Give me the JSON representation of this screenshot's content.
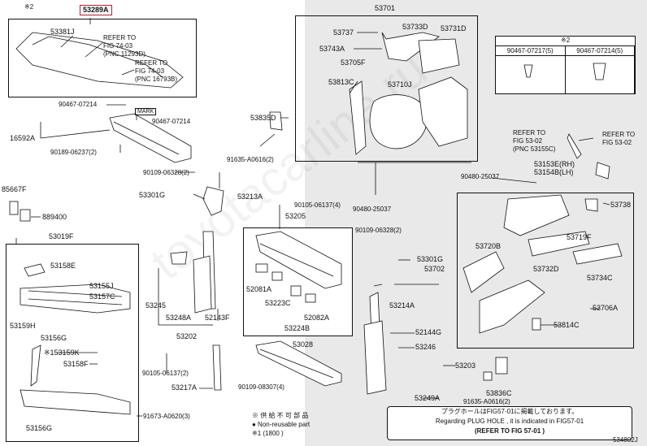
{
  "diagram_code": "534802J",
  "watermark": "toyotacarline.ru",
  "callouts": [
    {
      "id": "c_note2",
      "text": "※2"
    },
    {
      "id": "c_53289A",
      "text": "53289A"
    },
    {
      "id": "c_53381J",
      "text": "53381J"
    },
    {
      "id": "c_ref1",
      "text": "REFER TO"
    },
    {
      "id": "c_ref1b",
      "text": "FIG 74-03"
    },
    {
      "id": "c_ref1c",
      "text": "(PNC 11293D)"
    },
    {
      "id": "c_ref2",
      "text": "REFER TO"
    },
    {
      "id": "c_ref2b",
      "text": "FIG 74-03"
    },
    {
      "id": "c_ref2c",
      "text": "(PNC 16793B)"
    },
    {
      "id": "c_90467a",
      "text": "90467-07214"
    },
    {
      "id": "c_mark",
      "text": "MARK"
    },
    {
      "id": "c_90467b",
      "text": "90467-07214"
    },
    {
      "id": "c_16592A",
      "text": "16592A"
    },
    {
      "id": "c_90189",
      "text": "90189-06237(2)"
    },
    {
      "id": "c_90109a",
      "text": "90109-06328(2)"
    },
    {
      "id": "c_85667F",
      "text": "85667F"
    },
    {
      "id": "c_889400",
      "text": "889400"
    },
    {
      "id": "c_53019F",
      "text": "53019F"
    },
    {
      "id": "c_53158E",
      "text": "53158E"
    },
    {
      "id": "c_53155J",
      "text": "53155J"
    },
    {
      "id": "c_53157C",
      "text": "53157C"
    },
    {
      "id": "c_53159H",
      "text": "53159H"
    },
    {
      "id": "c_53156G",
      "text": "53156G"
    },
    {
      "id": "c_53159K",
      "text": "※153159K"
    },
    {
      "id": "c_53158F",
      "text": "53158F"
    },
    {
      "id": "c_53156G2",
      "text": "53156G"
    },
    {
      "id": "c_91673",
      "text": "91673-A0620(3)"
    },
    {
      "id": "c_53301G",
      "text": "53301G"
    },
    {
      "id": "c_53213A",
      "text": "53213A"
    },
    {
      "id": "c_53245",
      "text": "53245"
    },
    {
      "id": "c_53248A",
      "text": "53248A"
    },
    {
      "id": "c_52143F",
      "text": "52143F"
    },
    {
      "id": "c_53202",
      "text": "53202"
    },
    {
      "id": "c_90105a",
      "text": "90105-06137(2)"
    },
    {
      "id": "c_53217A",
      "text": "53217A"
    },
    {
      "id": "c_90105b",
      "text": "90105-06137(4)"
    },
    {
      "id": "c_53205",
      "text": "53205"
    },
    {
      "id": "c_52081A",
      "text": "52081A"
    },
    {
      "id": "c_53223C",
      "text": "53223C"
    },
    {
      "id": "c_52082A",
      "text": "52082A"
    },
    {
      "id": "c_53224B",
      "text": "53224B"
    },
    {
      "id": "c_53028",
      "text": "53028"
    },
    {
      "id": "c_90109b",
      "text": "90109-08307(4)"
    },
    {
      "id": "c_53701",
      "text": "53701"
    },
    {
      "id": "c_53737",
      "text": "53737"
    },
    {
      "id": "c_53733D",
      "text": "53733D"
    },
    {
      "id": "c_53731D",
      "text": "53731D"
    },
    {
      "id": "c_53743A",
      "text": "53743A"
    },
    {
      "id": "c_53705F",
      "text": "53705F"
    },
    {
      "id": "c_53813C",
      "text": "53813C"
    },
    {
      "id": "c_53710J",
      "text": "53710J"
    },
    {
      "id": "c_53835D",
      "text": "53835D"
    },
    {
      "id": "c_91635a",
      "text": "91635-A0616(2)"
    },
    {
      "id": "c_90480a",
      "text": "90480-25037"
    },
    {
      "id": "c_90109c",
      "text": "90109-06328(2)"
    },
    {
      "id": "c_53301G2",
      "text": "53301G"
    },
    {
      "id": "c_53702",
      "text": "53702"
    },
    {
      "id": "c_53214A",
      "text": "53214A"
    },
    {
      "id": "c_52144G",
      "text": "52144G"
    },
    {
      "id": "c_53246",
      "text": "53246"
    },
    {
      "id": "c_53203",
      "text": "53203"
    },
    {
      "id": "c_53249A",
      "text": "53249A"
    },
    {
      "id": "c_53836C",
      "text": "53836C"
    },
    {
      "id": "c_91635b",
      "text": "91635-A0616(2)"
    },
    {
      "id": "c_ref3",
      "text": "REFER TO"
    },
    {
      "id": "c_ref3b",
      "text": "FIG 53-02"
    },
    {
      "id": "c_ref3c",
      "text": "(PNC 53155C)"
    },
    {
      "id": "c_ref4",
      "text": "REFER TO"
    },
    {
      "id": "c_ref4b",
      "text": "FIG 53-02"
    },
    {
      "id": "c_90480b",
      "text": "90480-25037"
    },
    {
      "id": "c_53153E",
      "text": "53153E(RH)"
    },
    {
      "id": "c_53154B",
      "text": "53154B(LH)"
    },
    {
      "id": "c_53738",
      "text": "53738"
    },
    {
      "id": "c_53720B",
      "text": "53720B"
    },
    {
      "id": "c_53719F",
      "text": "53719F"
    },
    {
      "id": "c_53732D",
      "text": "53732D"
    },
    {
      "id": "c_53734C",
      "text": "53734C"
    },
    {
      "id": "c_53706A",
      "text": "53706A"
    },
    {
      "id": "c_53814C",
      "text": "53814C"
    }
  ],
  "clip_table": {
    "title": "※2",
    "headers": [
      "90467-07217(5)",
      "90467-07214(5)"
    ]
  },
  "notes": {
    "line1": "プラグホールはFIG57-01に掲載しております。",
    "line2": "Regarding  PLUG HOLE , it is indicated in FIG57-01",
    "line3": "(REFER TO FIG 57-01 )"
  },
  "legend": {
    "item1": "※ 供 給 不 可 部 品",
    "item2": "● Non-reusable part",
    "item3": "※1 (1800      )"
  }
}
